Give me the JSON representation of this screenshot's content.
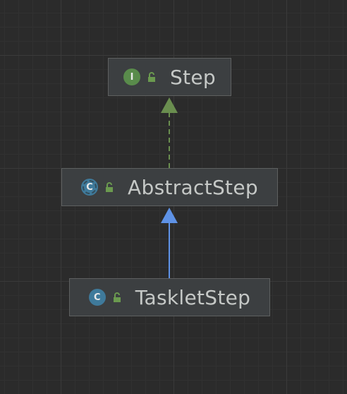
{
  "diagram": {
    "nodes": [
      {
        "id": "step",
        "label": "Step",
        "kind": "interface",
        "kind_letter": "I",
        "icon": "interface-icon",
        "access_icon": "unlocked-icon"
      },
      {
        "id": "abstract-step",
        "label": "AbstractStep",
        "kind": "abstract",
        "kind_letter": "C",
        "icon": "abstract-class-icon",
        "access_icon": "unlocked-icon"
      },
      {
        "id": "tasklet-step",
        "label": "TaskletStep",
        "kind": "class",
        "kind_letter": "C",
        "icon": "class-icon",
        "access_icon": "unlocked-icon"
      }
    ],
    "edges": [
      {
        "from": "abstract-step",
        "to": "step",
        "type": "implements",
        "style": "dashed",
        "color": "#6a8e4f"
      },
      {
        "from": "tasklet-step",
        "to": "abstract-step",
        "type": "extends",
        "style": "solid",
        "color": "#5e92e6"
      }
    ],
    "colors": {
      "background": "#2b2b2b",
      "node_fill": "#3c3f41",
      "node_border": "#5e6060",
      "text": "#c5c8c6",
      "interface_icon": "#598b4b",
      "class_icon": "#3f7a9b",
      "lock_icon": "#6b9a4f"
    }
  }
}
